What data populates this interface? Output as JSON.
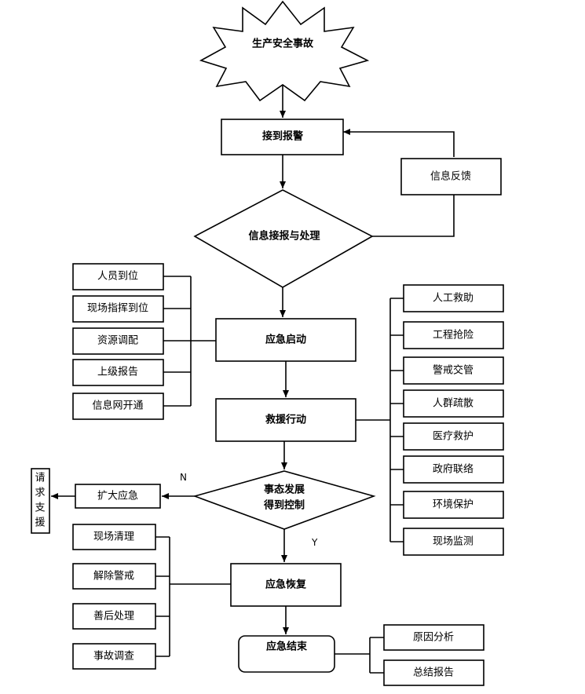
{
  "start_event": "生产安全事故",
  "main_steps": {
    "receive_alarm": "接到报警",
    "info_processing": "信息接报与处理",
    "emergency_start": "应急启动",
    "rescue_action": "救援行动",
    "under_control_line1": "事态发展",
    "under_control_line2": "得到控制",
    "emergency_recovery": "应急恢复",
    "emergency_end": "应急结束"
  },
  "feedback": "信息反馈",
  "startup_tasks": [
    "人员到位",
    "现场指挥到位",
    "资源调配",
    "上级报告",
    "信息网开通"
  ],
  "rescue_tasks": [
    "人工救助",
    "工程抢险",
    "警戒交管",
    "人群疏散",
    "医疗救护",
    "政府联络",
    "环境保护",
    "现场监测"
  ],
  "expand": "扩大应急",
  "request_support": [
    "请",
    "求",
    "支",
    "援"
  ],
  "recovery_tasks": [
    "现场清理",
    "解除警戒",
    "善后处理",
    "事故调查"
  ],
  "end_tasks": [
    "原因分析",
    "总结报告"
  ],
  "branch_no": "N",
  "branch_yes": "Y"
}
